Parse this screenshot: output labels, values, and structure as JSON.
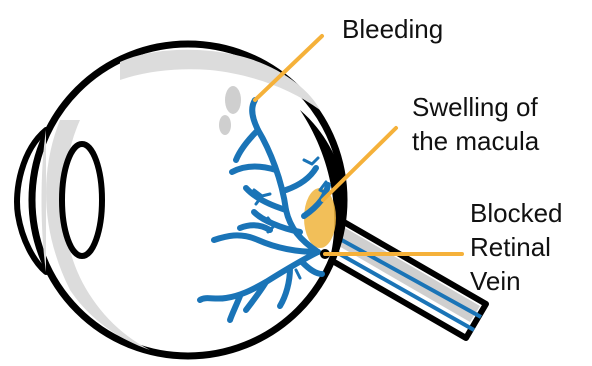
{
  "labels": {
    "bleeding": "Bleeding",
    "swelling": [
      "Swelling of",
      "the macula"
    ],
    "blocked_vein": [
      "Blocked",
      "Retinal",
      "Vein"
    ]
  },
  "colors": {
    "outline": "#000000",
    "sclera": "#ffffff",
    "shading": "#dcdcdc",
    "vessel": "#1a74b7",
    "macula": "#f0b43c",
    "leader_line": "#f5b13a",
    "nerve_gray": "#cfcfcf",
    "text": "#111111"
  }
}
